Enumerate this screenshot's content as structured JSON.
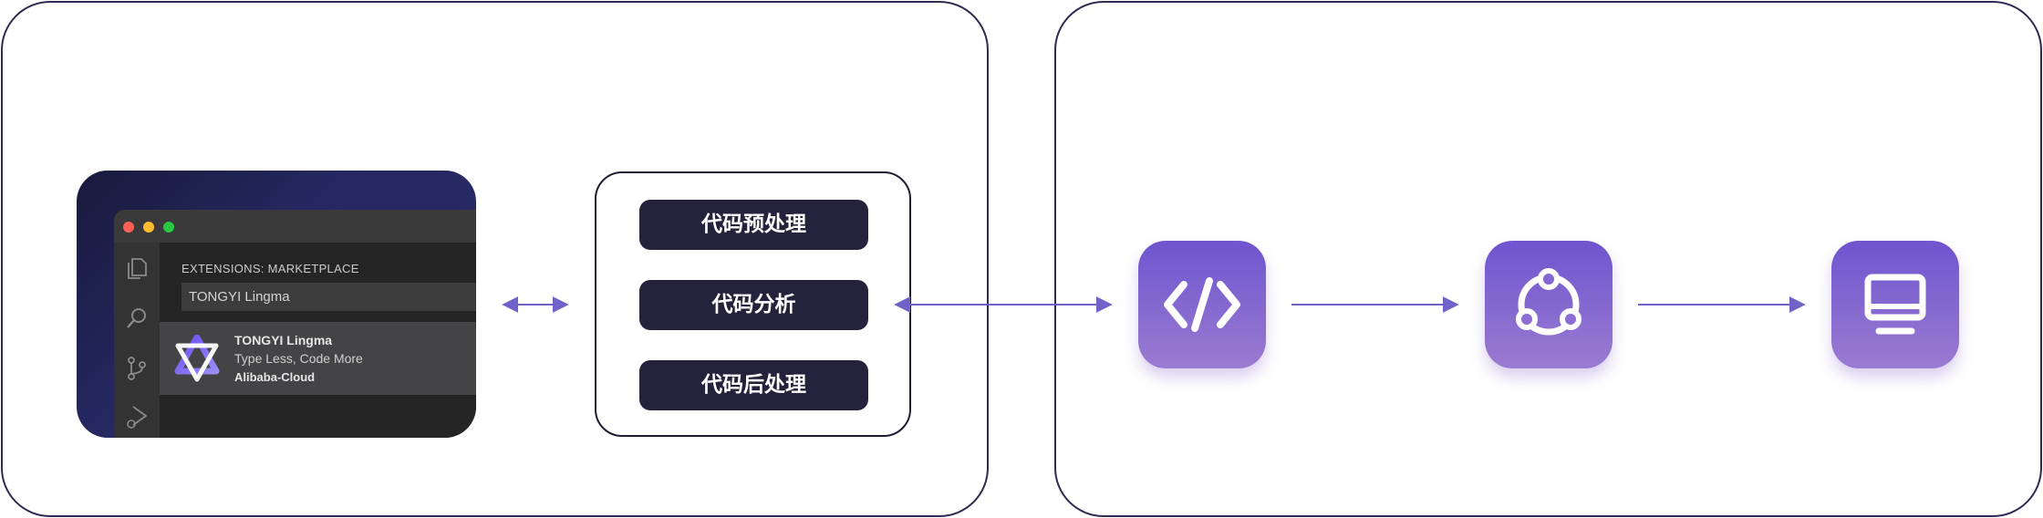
{
  "extensions_panel": {
    "header": "EXTENSIONS: MARKETPLACE",
    "search_value": "TONGYI Lingma",
    "result": {
      "name": "TONGYI Lingma",
      "description": "Type Less, Code More",
      "publisher": "Alibaba-Cloud"
    }
  },
  "processing_steps": [
    {
      "label": "代码预处理"
    },
    {
      "label": "代码分析"
    },
    {
      "label": "代码后处理"
    }
  ],
  "tiles": [
    {
      "icon": "code-icon"
    },
    {
      "icon": "model-nodes-icon"
    },
    {
      "icon": "monitor-icon"
    }
  ],
  "colors": {
    "panel_border": "#2f2a52",
    "arrow": "#6f62c8",
    "tile_top": "#6e55cf",
    "tile_bottom": "#9a7bd1",
    "step_bg": "#25223b"
  }
}
